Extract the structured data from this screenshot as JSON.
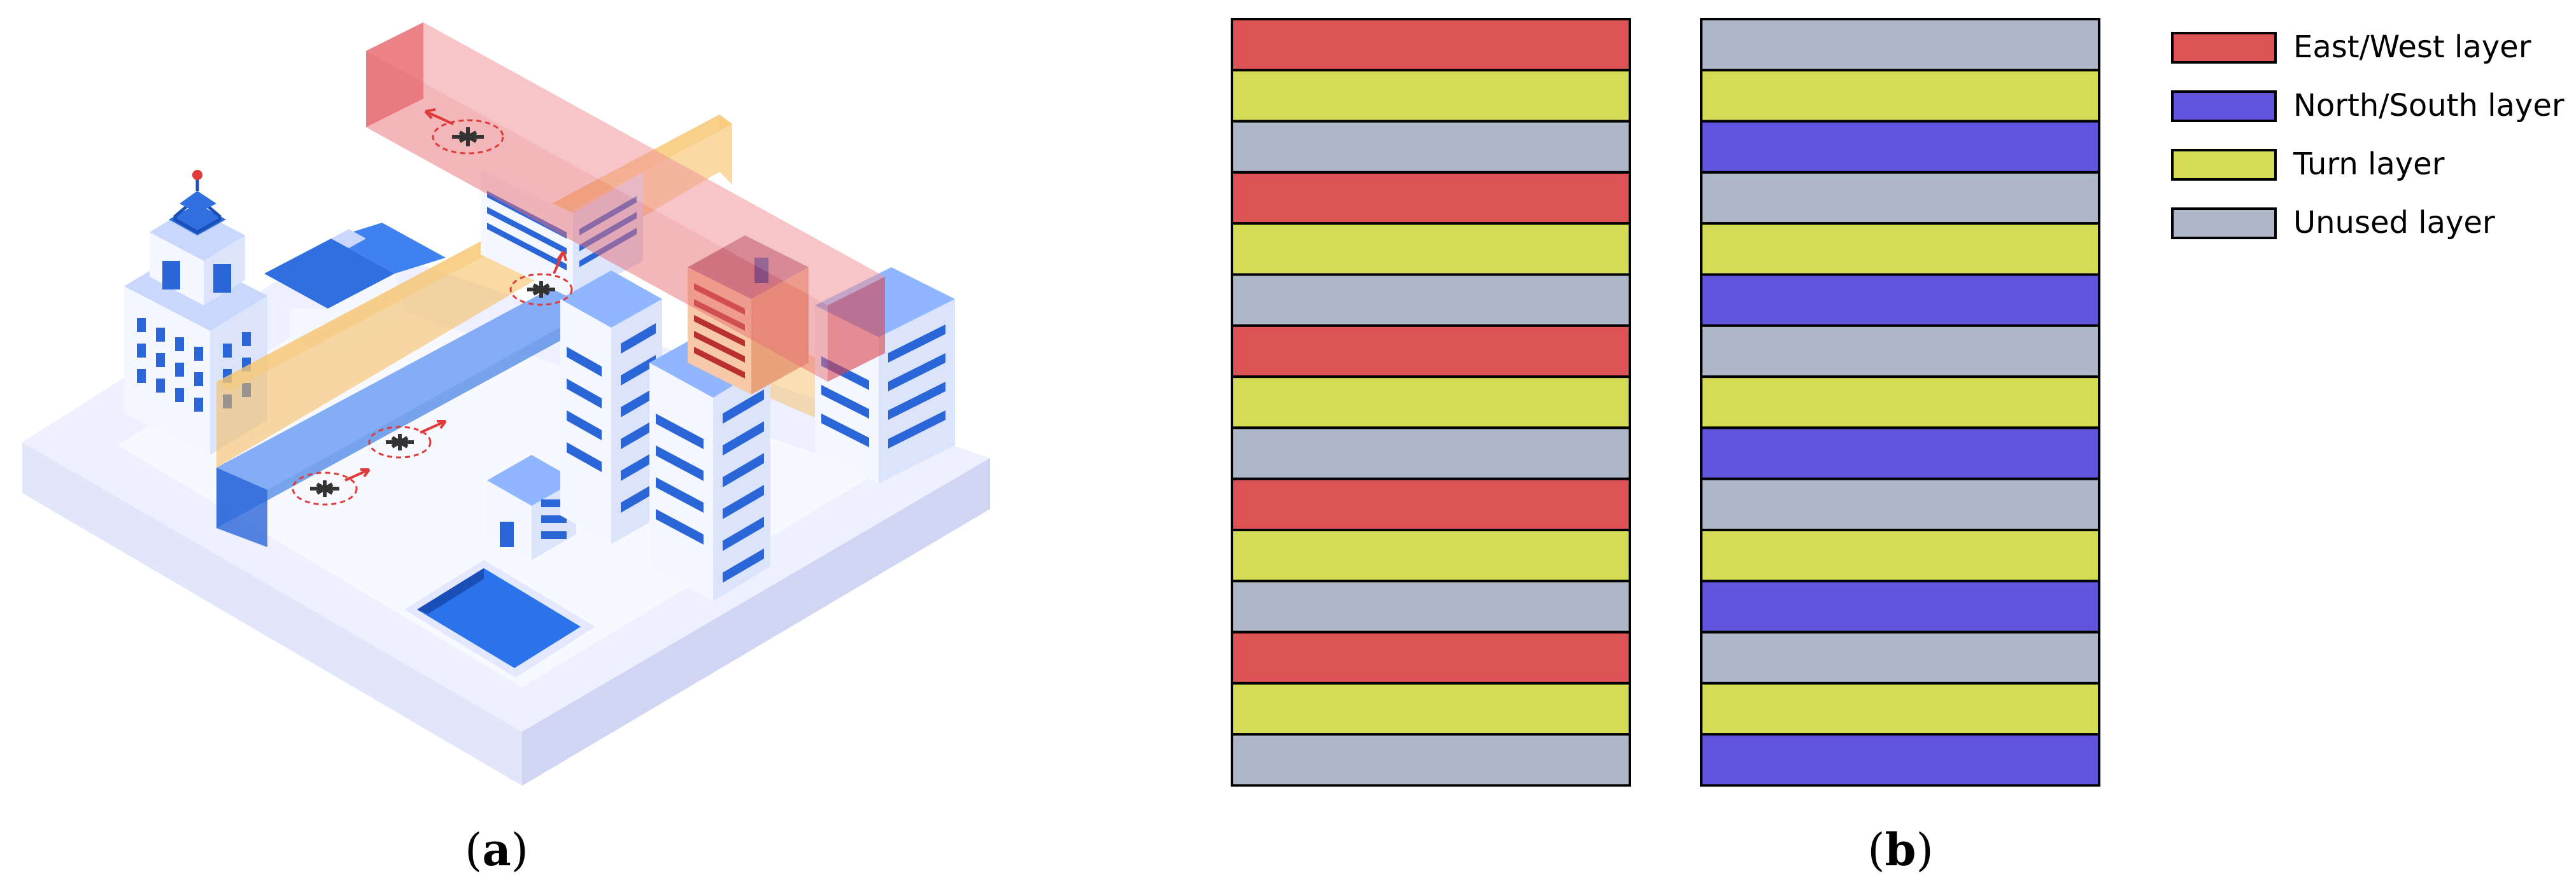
{
  "captions": {
    "a": {
      "open": "(",
      "letter": "a",
      "close": ")"
    },
    "b": {
      "open": "(",
      "letter": "b",
      "close": ")"
    }
  },
  "colors": {
    "east_west": "#dc5255",
    "north_south": "#6155de",
    "turn": "#d4dc55",
    "unused": "#adb7c8",
    "ground_top": "#eef0ff",
    "ground_side": "#d4d9f5",
    "building_light": "#f4f7ff",
    "building_side": "#dbe4fb",
    "window": "#2b66d9",
    "roof_blue": "#2f6fe0",
    "pool": "#2b73ea",
    "corridor_orange": "#f5b955",
    "corridor_red": "#e86d74",
    "corridor_blue": "#4c86e6"
  },
  "legend": [
    {
      "key": "east_west",
      "label": "East/West layer"
    },
    {
      "key": "north_south",
      "label": "North/South layer"
    },
    {
      "key": "turn",
      "label": "Turn layer"
    },
    {
      "key": "unused",
      "label": "Unused layer"
    }
  ],
  "columns": [
    [
      "east_west",
      "turn",
      "unused",
      "east_west",
      "turn",
      "unused",
      "east_west",
      "turn",
      "unused",
      "east_west",
      "turn",
      "unused",
      "east_west",
      "turn",
      "unused"
    ],
    [
      "unused",
      "turn",
      "north_south",
      "unused",
      "turn",
      "north_south",
      "unused",
      "turn",
      "north_south",
      "unused",
      "turn",
      "north_south",
      "unused",
      "turn",
      "north_south"
    ]
  ]
}
